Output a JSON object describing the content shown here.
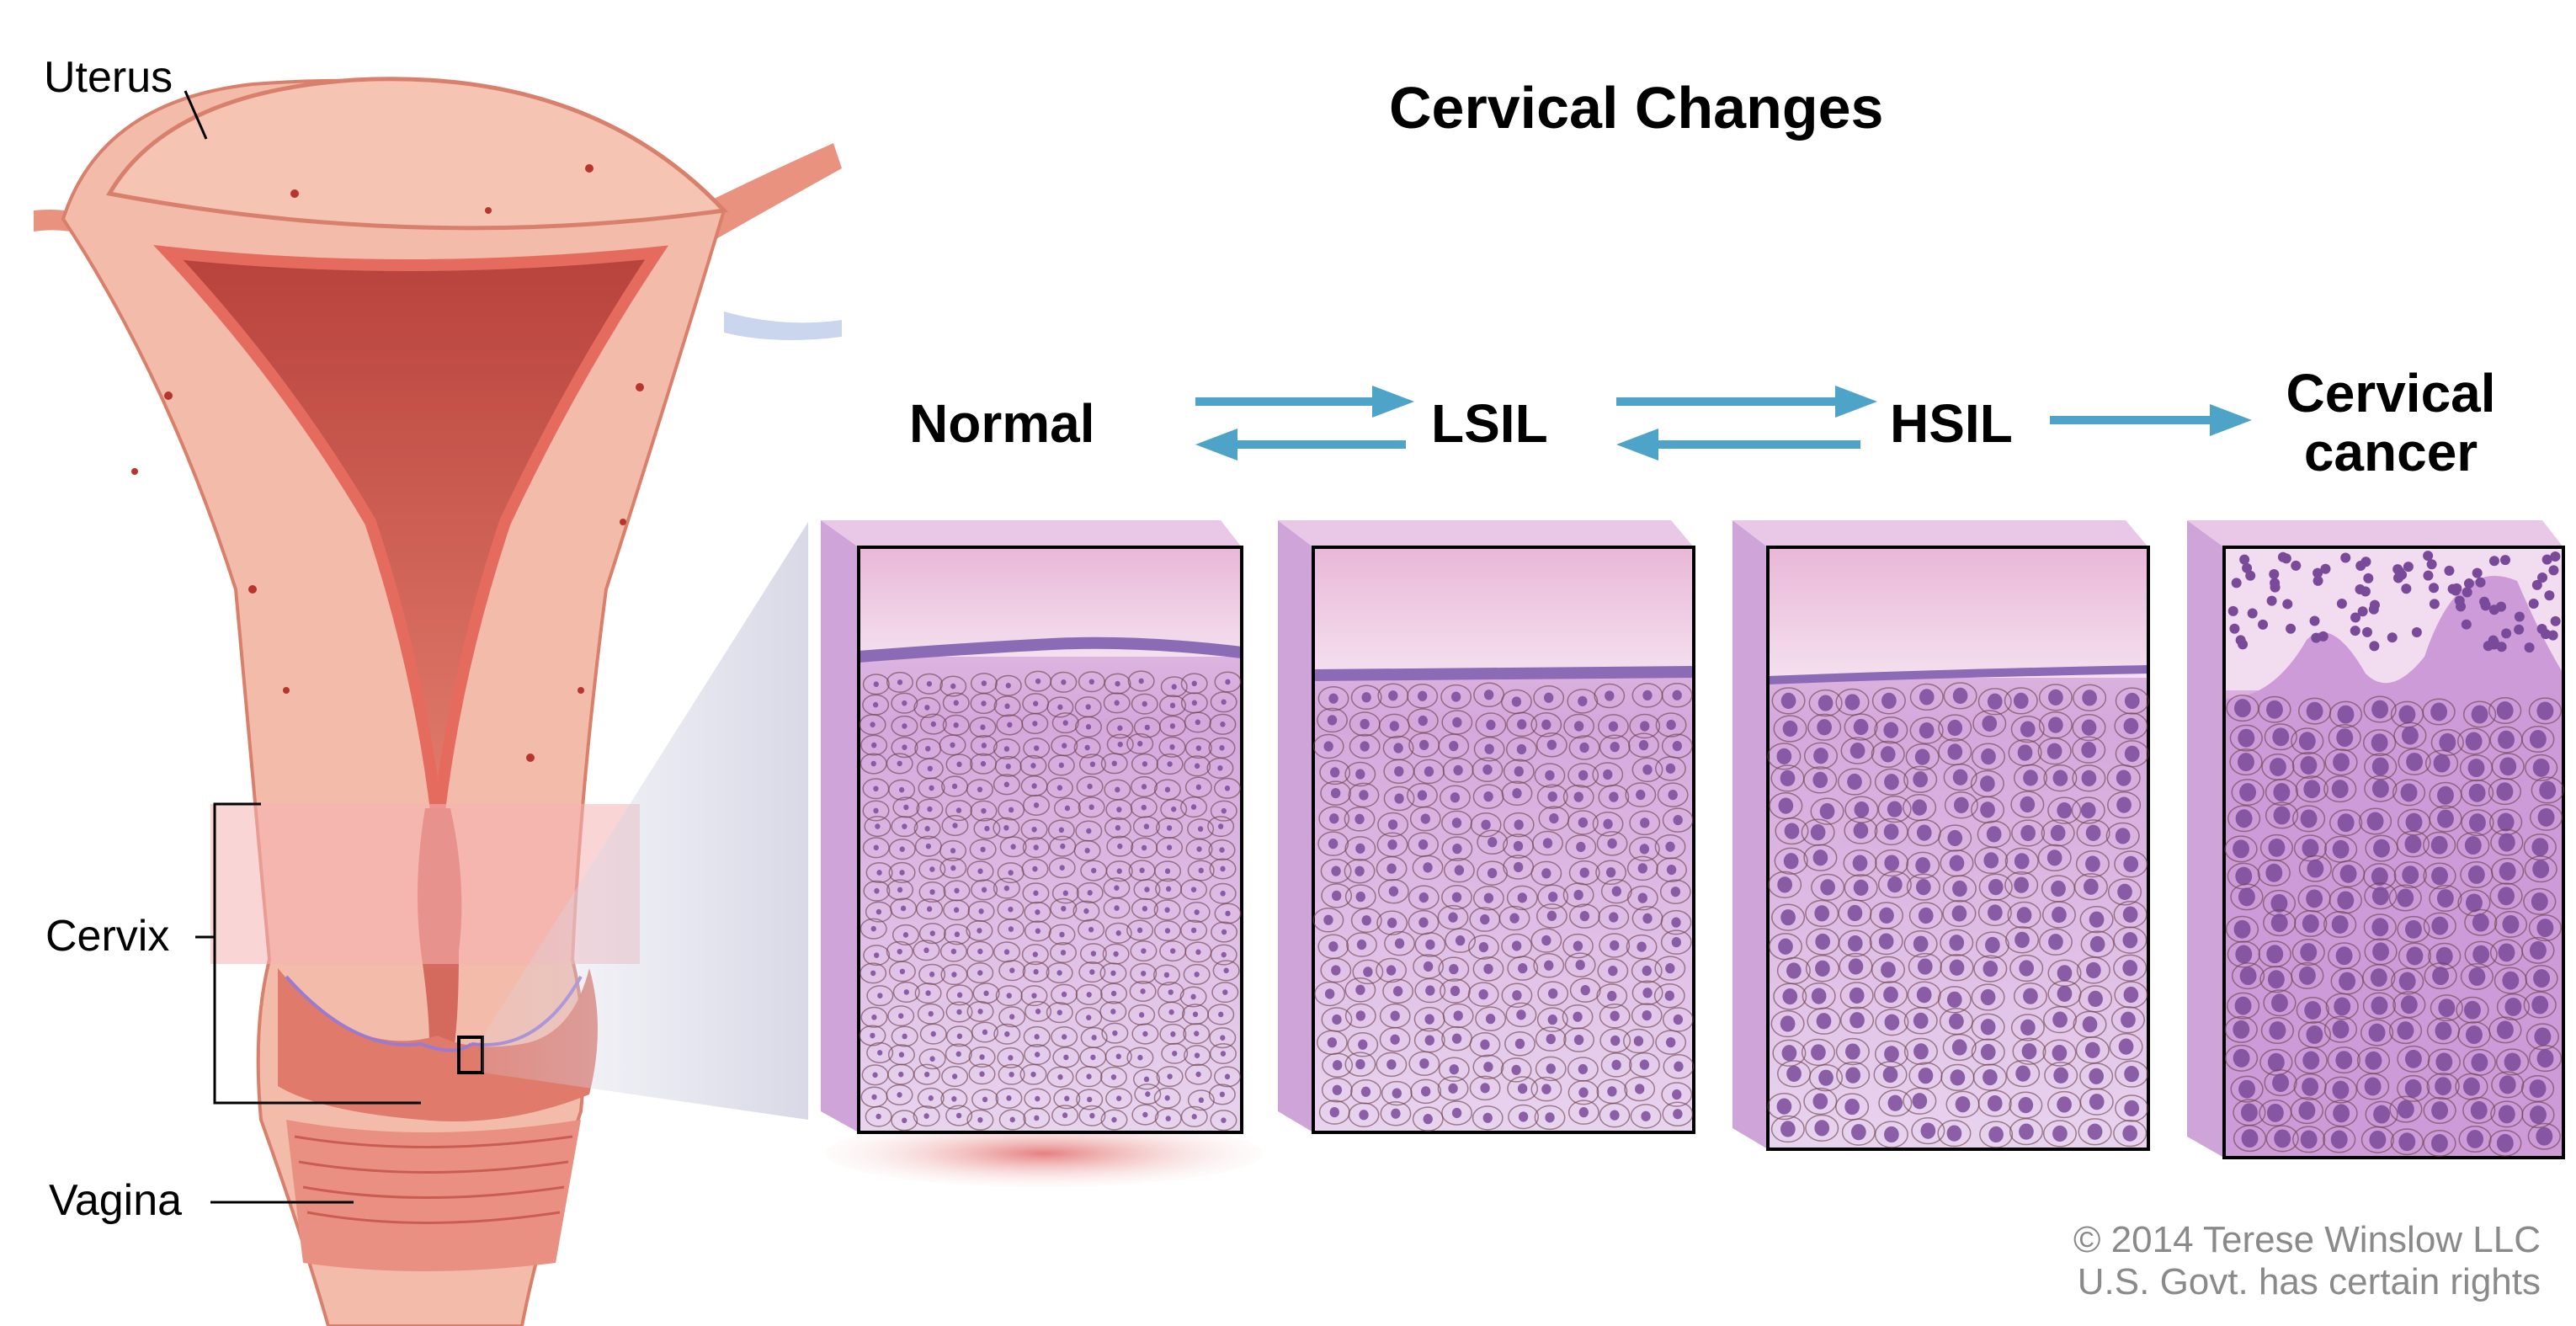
{
  "title": "Cervical Changes",
  "anatomy_labels": {
    "uterus": "Uterus",
    "cervix": "Cervix",
    "vagina": "Vagina"
  },
  "stages": {
    "normal": "Normal",
    "lsil": "LSIL",
    "hsil": "HSIL",
    "cancer_line1": "Cervical",
    "cancer_line2": "cancer"
  },
  "credit": {
    "line1": "© 2014 Terese Winslow LLC",
    "line2": "U.S. Govt. has certain rights"
  },
  "colors": {
    "arrow": "#4da3c8",
    "tissue": "#c9a0d6",
    "nucleus": "#7a4a9a",
    "uterus_muscle": "#f2b8a8",
    "uterus_dark": "#c2504a"
  }
}
